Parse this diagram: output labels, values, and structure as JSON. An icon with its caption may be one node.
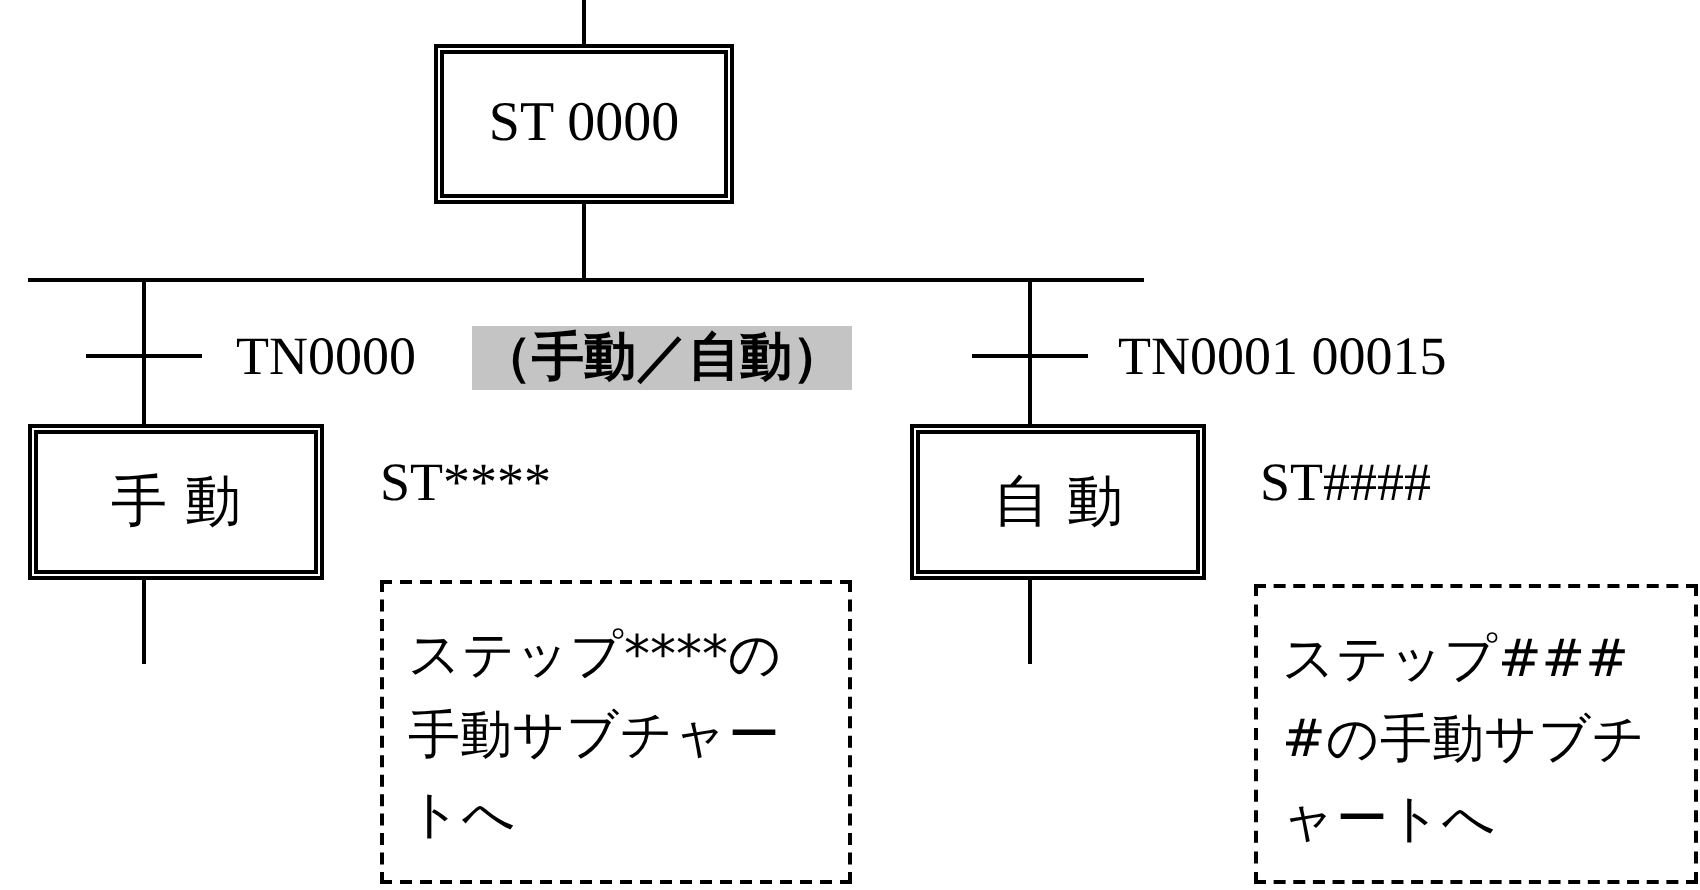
{
  "diagram": {
    "nodes": [
      {
        "text": [
          "ST 0000"
        ]
      },
      {
        "text": [
          "手 動"
        ],
        "beside": [
          "ST****"
        ]
      },
      {
        "text": [
          "自 動"
        ],
        "beside": [
          "ST####"
        ]
      },
      {
        "text": [
          "ステップ****の手動サブチャートへ"
        ]
      },
      {
        "text": [
          "ステップ####の手動サブチャートへ"
        ]
      }
    ],
    "edges": [
      {
        "from": null,
        "to": 0,
        "arrow": "none"
      },
      {
        "from": 0,
        "to": 1,
        "arrow": "none",
        "label": "TN0000"
      },
      {
        "from": 0,
        "to": 2,
        "arrow": "none",
        "label": "TN0001 00015"
      },
      {
        "from": 1,
        "to": null,
        "arrow": "none"
      },
      {
        "from": 2,
        "to": null,
        "arrow": "none"
      }
    ],
    "labels": [
      "（手動／自動）"
    ]
  }
}
